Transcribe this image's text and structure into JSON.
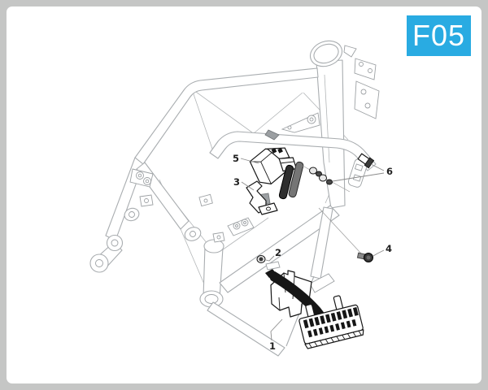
{
  "window": {
    "border_color": "#c5c6c5",
    "canvas_color": "#ffffff"
  },
  "badge": {
    "label": "F05",
    "background": "#29abe2",
    "text_color": "#ffffff"
  },
  "diagram": {
    "type": "exploded-parts-line-drawing",
    "subject": "motorcycle-frame-electrical-components",
    "callouts": [
      {
        "label": "1"
      },
      {
        "label": "2"
      },
      {
        "label": "3"
      },
      {
        "label": "4"
      },
      {
        "label": "5"
      },
      {
        "label": "6"
      }
    ]
  }
}
